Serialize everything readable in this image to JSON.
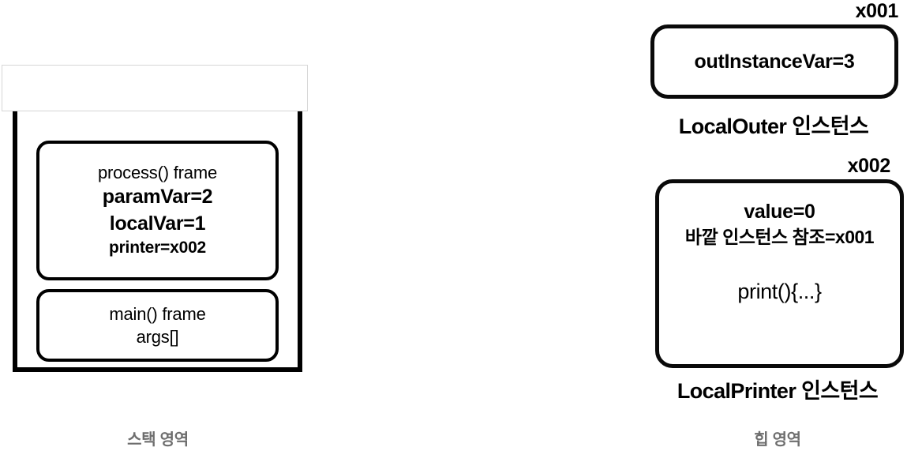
{
  "diagram": {
    "title_present": false,
    "colors": {
      "ink": "#000000",
      "caption_gray": "#6e6e6e",
      "empty_box_border": "#d6d6d6",
      "background": "#ffffff"
    }
  },
  "stack": {
    "caption": "스택 영역",
    "empty_slot_label": "",
    "frames": [
      {
        "id": "process-frame",
        "lines": [
          {
            "text": "process() frame",
            "style": "regular"
          },
          {
            "text": "paramVar=2",
            "style": "bold-large"
          },
          {
            "text": "localVar=1",
            "style": "bold-large"
          },
          {
            "text": "printer=x002",
            "style": "bold-small"
          }
        ]
      },
      {
        "id": "main-frame",
        "lines": [
          {
            "text": "main() frame",
            "style": "regular"
          },
          {
            "text": "args[]",
            "style": "regular"
          }
        ]
      }
    ]
  },
  "heap": {
    "caption": "힙 영역",
    "objects": [
      {
        "id": "local-outer",
        "address": "x001",
        "label": "LocalOuter 인스턴스",
        "fields": [
          {
            "text": "outInstanceVar=3",
            "style": "bold"
          }
        ]
      },
      {
        "id": "local-printer",
        "address": "x002",
        "label": "LocalPrinter 인스턴스",
        "fields": [
          {
            "text": "value=0",
            "style": "bold"
          },
          {
            "text": "바깥 인스턴스 참조=x001",
            "style": "bold"
          },
          {
            "text": "print(){...}",
            "style": "regular-large"
          }
        ]
      }
    ]
  }
}
